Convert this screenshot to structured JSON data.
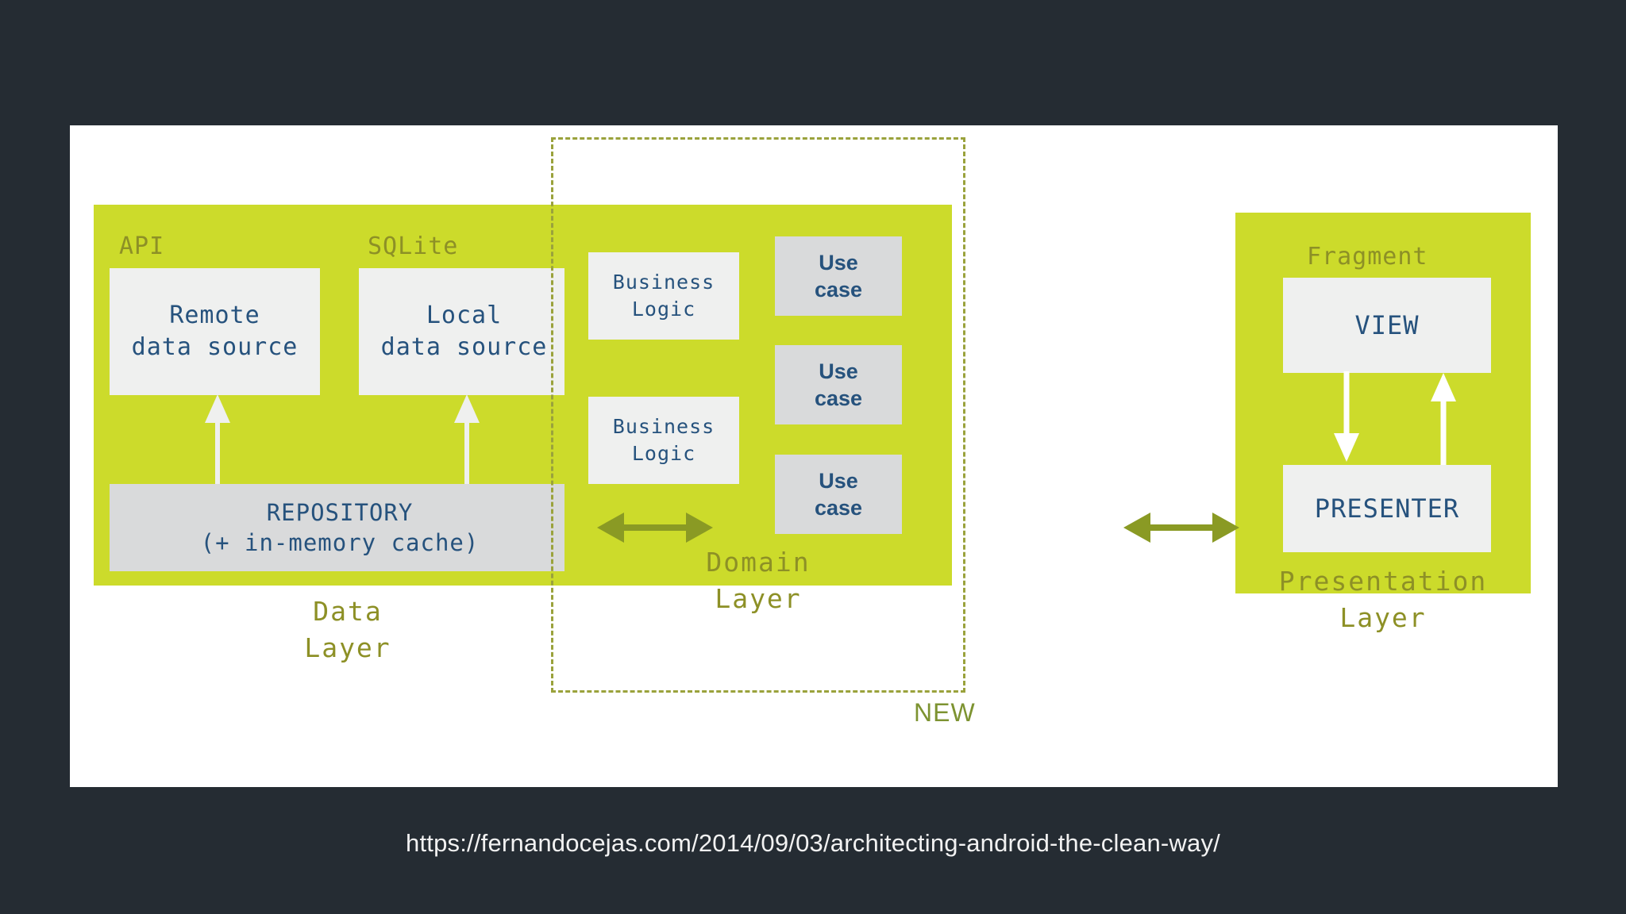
{
  "slide": {
    "background_color": "#252c33",
    "canvas_color": "#ffffff",
    "lime_color": "#ccdb2b",
    "olive_color": "#8d9026",
    "arrow_olive_color": "#8a9a24",
    "box_text_color": "#26527d",
    "box_light_color": "#eff0ef",
    "box_grey_color": "#d9dadb"
  },
  "data_layer": {
    "caption": "Data\nLayer",
    "tags": {
      "api": "API",
      "sqlite": "SQLite"
    },
    "boxes": {
      "remote": "Remote\ndata source",
      "local": "Local\ndata source",
      "repository": "REPOSITORY\n(+ in-memory cache)"
    }
  },
  "domain_layer": {
    "caption": "Domain\nLayer",
    "new_badge": "NEW",
    "business_logic": [
      "Business\nLogic",
      "Business\nLogic"
    ],
    "use_cases": [
      "Use\ncase",
      "Use\ncase",
      "Use\ncase"
    ]
  },
  "presentation_layer": {
    "caption": "Presentation\nLayer",
    "tags": {
      "fragment": "Fragment"
    },
    "boxes": {
      "view": "VIEW",
      "presenter": "PRESENTER"
    }
  },
  "footer": {
    "url": "https://fernandocejas.com/2014/09/03/architecting-android-the-clean-way/"
  }
}
